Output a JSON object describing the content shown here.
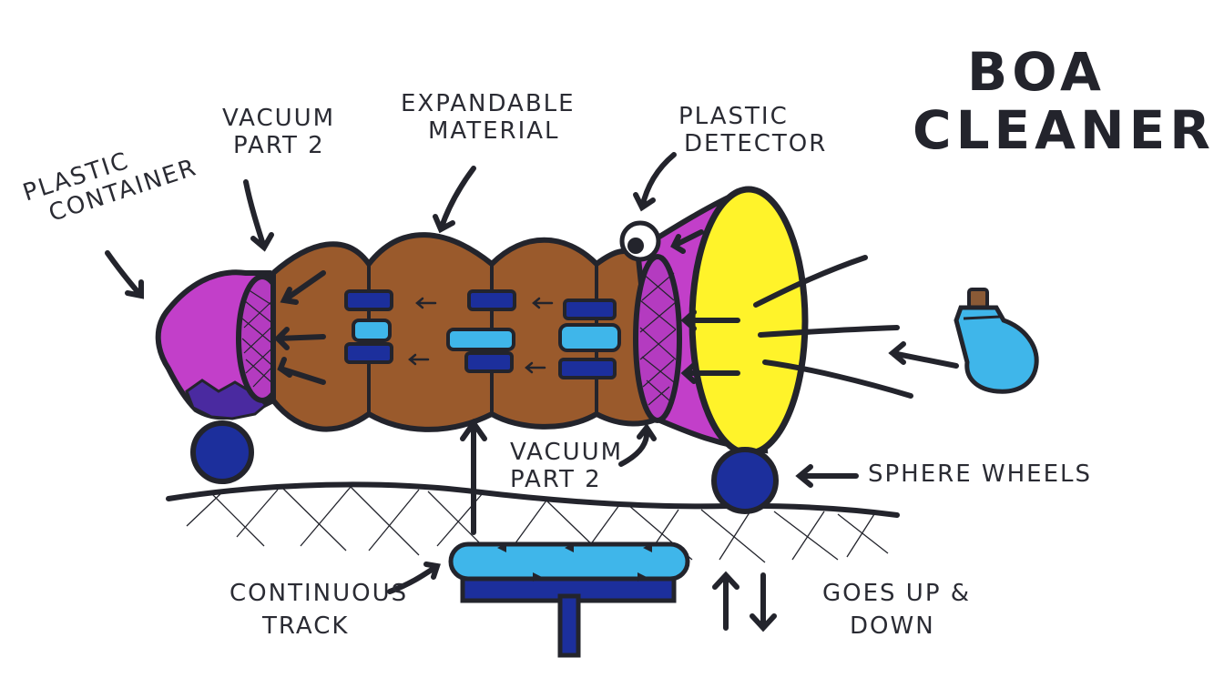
{
  "title": {
    "line1": "BOA",
    "line2": "CLEANER"
  },
  "labels": {
    "plastic_container": {
      "line1": "PLASTIC",
      "line2": "CONTAINER"
    },
    "vacuum_part_2_left": {
      "line1": "VACUUM",
      "line2": "PART 2"
    },
    "expandable_material": {
      "line1": "EXPANDABLE",
      "line2": "MATERIAL"
    },
    "plastic_detector": {
      "line1": "PLASTIC",
      "line2": "DETECTOR"
    },
    "vacuum_part_2_bottom": {
      "line1": "VACUUM",
      "line2": "PART 2"
    },
    "sphere_wheels": "SPHERE WHEELS",
    "continuous_track": {
      "line1": "CONTINUOUS",
      "line2": "TRACK"
    },
    "goes_up_down": {
      "line1": "GOES UP &",
      "line2": "DOWN"
    }
  },
  "colors": {
    "ink": "#23242c",
    "body_brown": "#9a5a2c",
    "magenta": "#c23fc9",
    "yellow": "#fff32a",
    "navy": "#1c2f9c",
    "light_blue": "#3fb6ea",
    "bottle_cap": "#8a5a36"
  }
}
